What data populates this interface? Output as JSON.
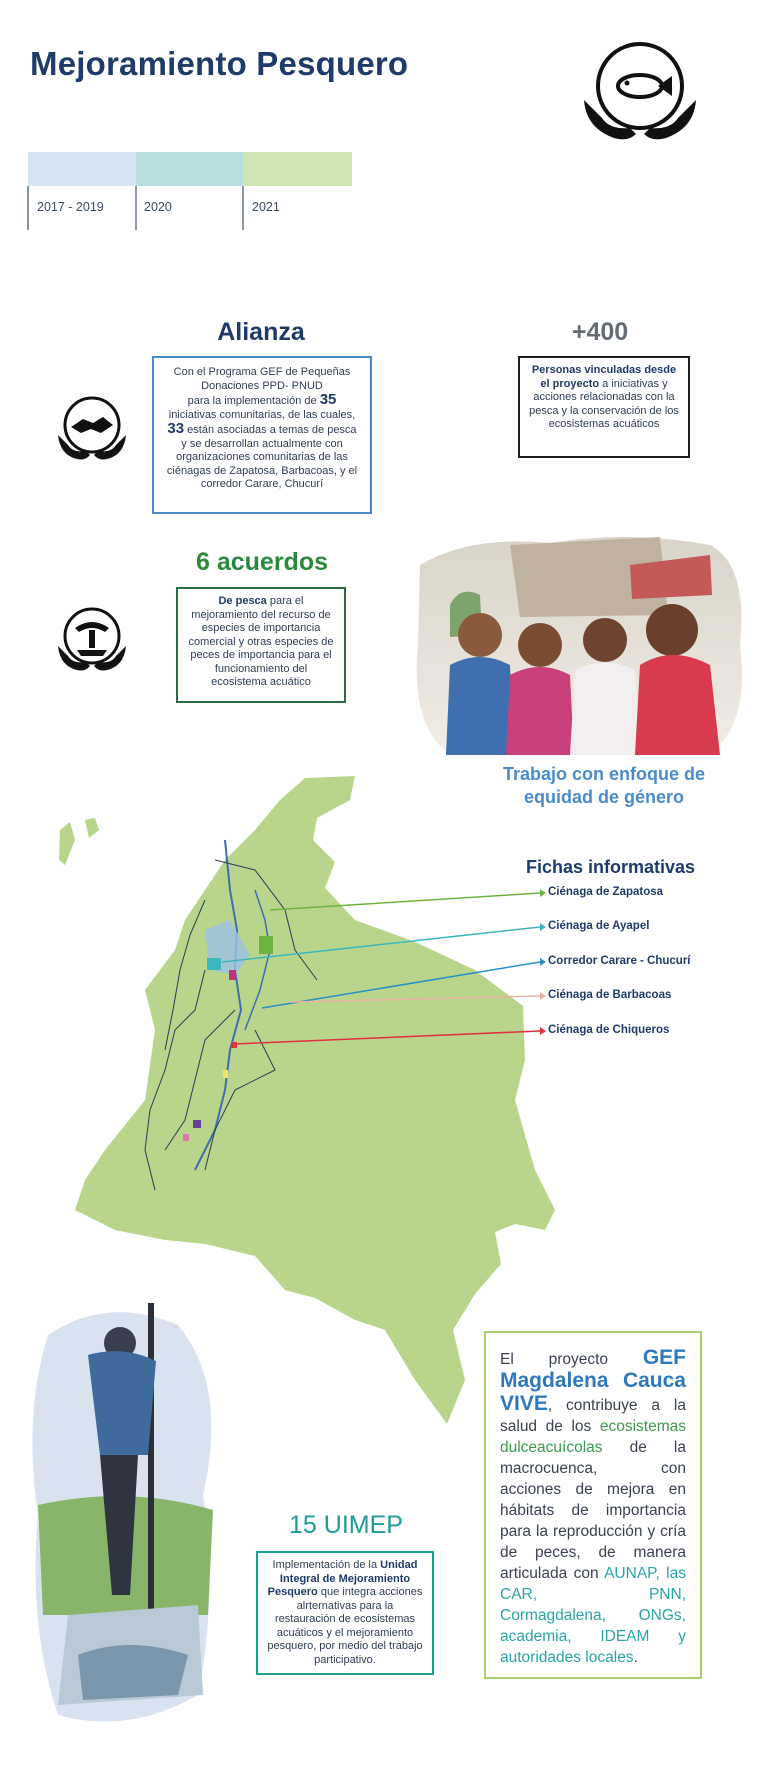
{
  "header": {
    "title": "Mejoramiento Pesquero"
  },
  "timeline": {
    "labels": [
      "2017 - 2019",
      "2020",
      "2021"
    ],
    "colors": [
      "#d6e4f3",
      "#b6dcdd",
      "#cfe5b1"
    ]
  },
  "alianza": {
    "title": "Alianza",
    "text_1": "Con el Programa GEF de Pequeñas Donaciones PPD- PNUD",
    "text_2": "para la implementación de",
    "num_1": "35",
    "text_3": "iniciativas comunitarias, de las cuales,",
    "num_2": "33",
    "text_4": "están asociadas a temas de pesca y se desarrollan actualmente con organizaciones comunitarias de las ciénagas de Zapatosa, Barbacoas, y el corredor Carare, Chucurí"
  },
  "personas": {
    "title": "+400",
    "bold": "Personas vinculadas desde el proyecto",
    "text": "a iniciativas y acciones relacionadas con la pesca y la conservación de los ecosistemas acuáticos"
  },
  "acuerdos": {
    "title": "6 acuerdos",
    "bold": "De pesca",
    "text": "para el mejoramiento del recurso de especies de importancia comercial y otras especies de peces de importancia para el funcionamiento del ecosistema acuático"
  },
  "photo": {
    "caption": "Trabajo con enfoque de equidad de género"
  },
  "fichas": {
    "title": "Fichas informativas",
    "items": [
      {
        "label": "Ciénaga de Zapatosa",
        "color": "#6db33f"
      },
      {
        "label": "Ciénaga de Ayapel",
        "color": "#3db7be"
      },
      {
        "label": "Corredor Carare - Chucurí",
        "color": "#2a8fc7"
      },
      {
        "label": "Ciénaga de Barbacoas",
        "color": "#e9b2a4"
      },
      {
        "label": "Ciénaga de Chiqueros",
        "color": "#e0313f"
      }
    ]
  },
  "gef": {
    "t1": "El proyecto",
    "t2": "GEF Magdalena Cauca VIVE",
    "t3": ", contribuye a la salud de los",
    "t4": "ecosistemas dulceacuícolas",
    "t5": "de la macrocuenca, con acciones de mejora en hábitats de importancia para la reproducción y cría de peces, de manera articulada con",
    "t6": "AUNAP, las CAR, PNN, Cormagdalena, ONGs, academia, IDEAM y autoridades locales",
    "t7": "."
  },
  "uimep": {
    "title": "15 UIMEP",
    "t1": "Implementación de la",
    "bold": "Unidad Integral de Mejoramiento Pesquero",
    "t2": "que integra acciones alrternativas para la restauración de ecosistemas acuáticos y el mejoramiento pesquero, por medio del trabajo participativo."
  }
}
